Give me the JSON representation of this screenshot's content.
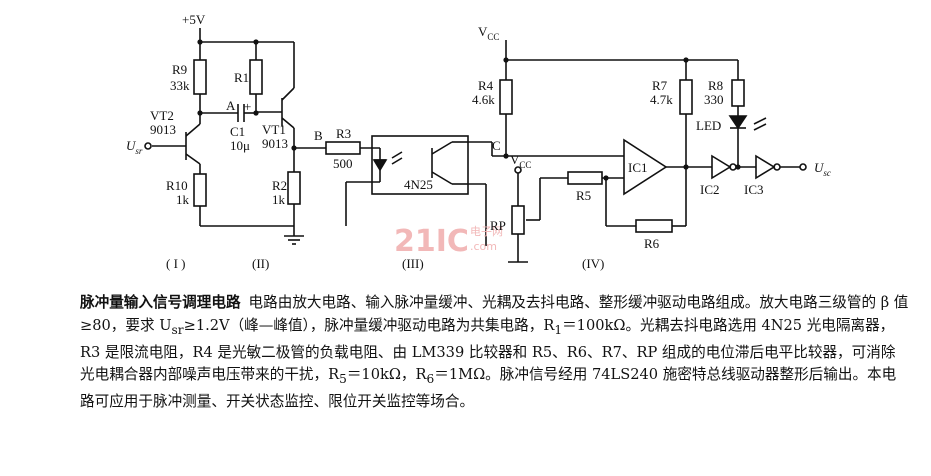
{
  "labels": {
    "plus5v": "+5V",
    "r9": "R9",
    "r9_val": "33k",
    "r1": "R1",
    "vt2": "VT2",
    "vt2_type": "9013",
    "node_a": "A",
    "c1": "C1",
    "c1_val": "10μ",
    "vt1": "VT1",
    "vt1_type": "9013",
    "input_u": "U",
    "input_u_sub": "sr",
    "r10": "R10",
    "r10_val": "1k",
    "r2": "R2",
    "r2_val": "1k",
    "node_b": "B",
    "r3": "R3",
    "r3_val": "500",
    "opto": "4N25",
    "vcc_top": "V",
    "vcc_top_sub": "CC",
    "r4": "R4",
    "r4_val": "4.6k",
    "node_c": "C",
    "vcc_mid": "V",
    "vcc_mid_sub": "CC",
    "r7": "R7",
    "r7_val": "4.7k",
    "r8": "R8",
    "r8_val": "330",
    "led": "LED",
    "ic1": "IC1",
    "ic2": "IC2",
    "ic3": "IC3",
    "r5": "R5",
    "r6": "R6",
    "rp": "RP",
    "output_u": "U",
    "output_u_sub": "sc",
    "stage1": "( I )",
    "stage2": "(II)",
    "stage3": "(III)",
    "stage4": "(IV)",
    "plus_sign": "+"
  },
  "watermark": {
    "main": "21IC",
    "sub": "电子网",
    "domain": ".com"
  },
  "caption": {
    "title": "脉冲量输入信号调理电路",
    "body": "电路由放大电路、输入脉冲量缓冲、光耦及去抖电路、整形缓冲驱动电路组成。放大电路三级管的 β 值≥80，要求 U",
    "body_sub": "sr",
    "body2": "≥1.2V（峰—峰值），脉冲量缓冲驱动电路为共集电路，R",
    "body2_sub": "1",
    "body3": "＝100kΩ。光耦去抖电路选用 4N25 光电隔离器，R3 是限流电阻，R4 是光敏二极管的负载电阻、由 LM339 比较器和 R5、R6、R7、RP 组成的电位滞后电平比较器，可消除光电耦合器内部噪声电压带来的干扰，R",
    "body3_sub": "5",
    "body4": "＝10kΩ，R",
    "body4_sub": "6",
    "body5": "＝1MΩ。脉冲信号经用 74LS240 施密特总线驱动器整形后输出。本电路可应用于脉冲测量、开关状态监控、限位开关监控等场合。"
  }
}
